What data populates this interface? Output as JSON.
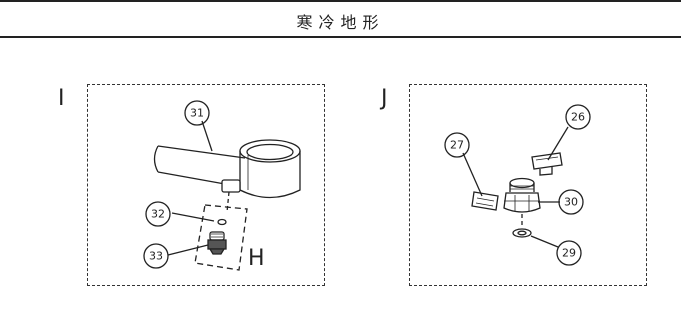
{
  "header": {
    "title": "寒冷地形"
  },
  "panels": {
    "left": {
      "label": "I",
      "detail_label": "H",
      "callouts": {
        "top": "31",
        "middle": "32",
        "bottom": "33"
      }
    },
    "right": {
      "label": "J",
      "callouts": {
        "top": "26",
        "left": "27",
        "middle": "30",
        "bottom": "29"
      }
    }
  },
  "colors": {
    "line": "#222222",
    "background": "#ffffff"
  }
}
